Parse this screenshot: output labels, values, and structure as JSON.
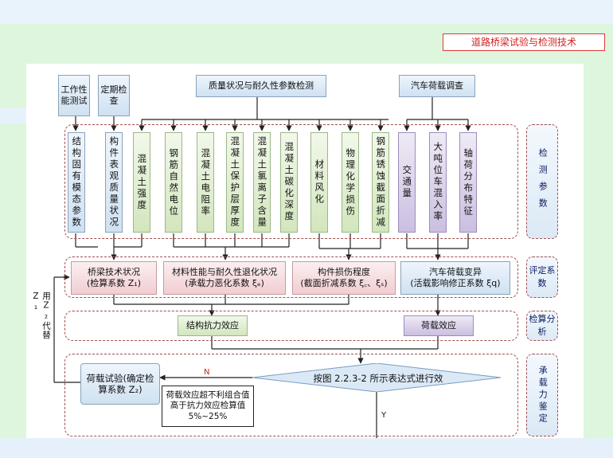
{
  "header": {
    "title": "道路桥梁试验与检测技术"
  },
  "top_boxes": {
    "work_test": "工作性能测试",
    "periodic": "定期检查",
    "quality": "质量状况与耐久性参数检测",
    "vehicle_survey": "汽车荷载调查"
  },
  "params": [
    "结构固有模态参数",
    "构件表观质量状况",
    "混凝土强度",
    "钢筋自然电位",
    "混凝土电阻率",
    "混凝土保护层厚度",
    "混凝土氯离子含量",
    "混凝土碳化深度",
    "材料风化",
    "物理化学损伤",
    "钢筋锈蚀截面折减",
    "交通量",
    "大吨位车混入率",
    "轴荷分布特征"
  ],
  "sides": {
    "detect": "检测参数",
    "eval": "评定系数",
    "calc": "检算分析",
    "bearing": "承载力鉴定"
  },
  "eval_boxes": {
    "bridge_line1": "桥梁技术状况",
    "bridge_line2": "(检算系数 Z₁)",
    "material_line1": "材料性能与耐久性退化状况",
    "material_line2": "(承载力恶化系数 ξₑ)",
    "damage_line1": "构件损伤程度",
    "damage_line2": "(截面折减系数 ξ꜀、ξₛ)",
    "vehicle_line1": "汽车荷载变异",
    "vehicle_line2": "(活载影响修正系数 ξq)"
  },
  "calc_boxes": {
    "resist": "结构抗力效应",
    "load": "荷载效应"
  },
  "bottom": {
    "load_test": "荷载试验(确定检算系数 Z₂)",
    "diamond": "按图 2.2.3-2 所示表达式进行效",
    "note": "荷载效应超不利组合值高于抗力效应检算值 5%~25%",
    "n_label": "N",
    "y_label": "Y",
    "replace": "用Z₂代替Z₁"
  }
}
